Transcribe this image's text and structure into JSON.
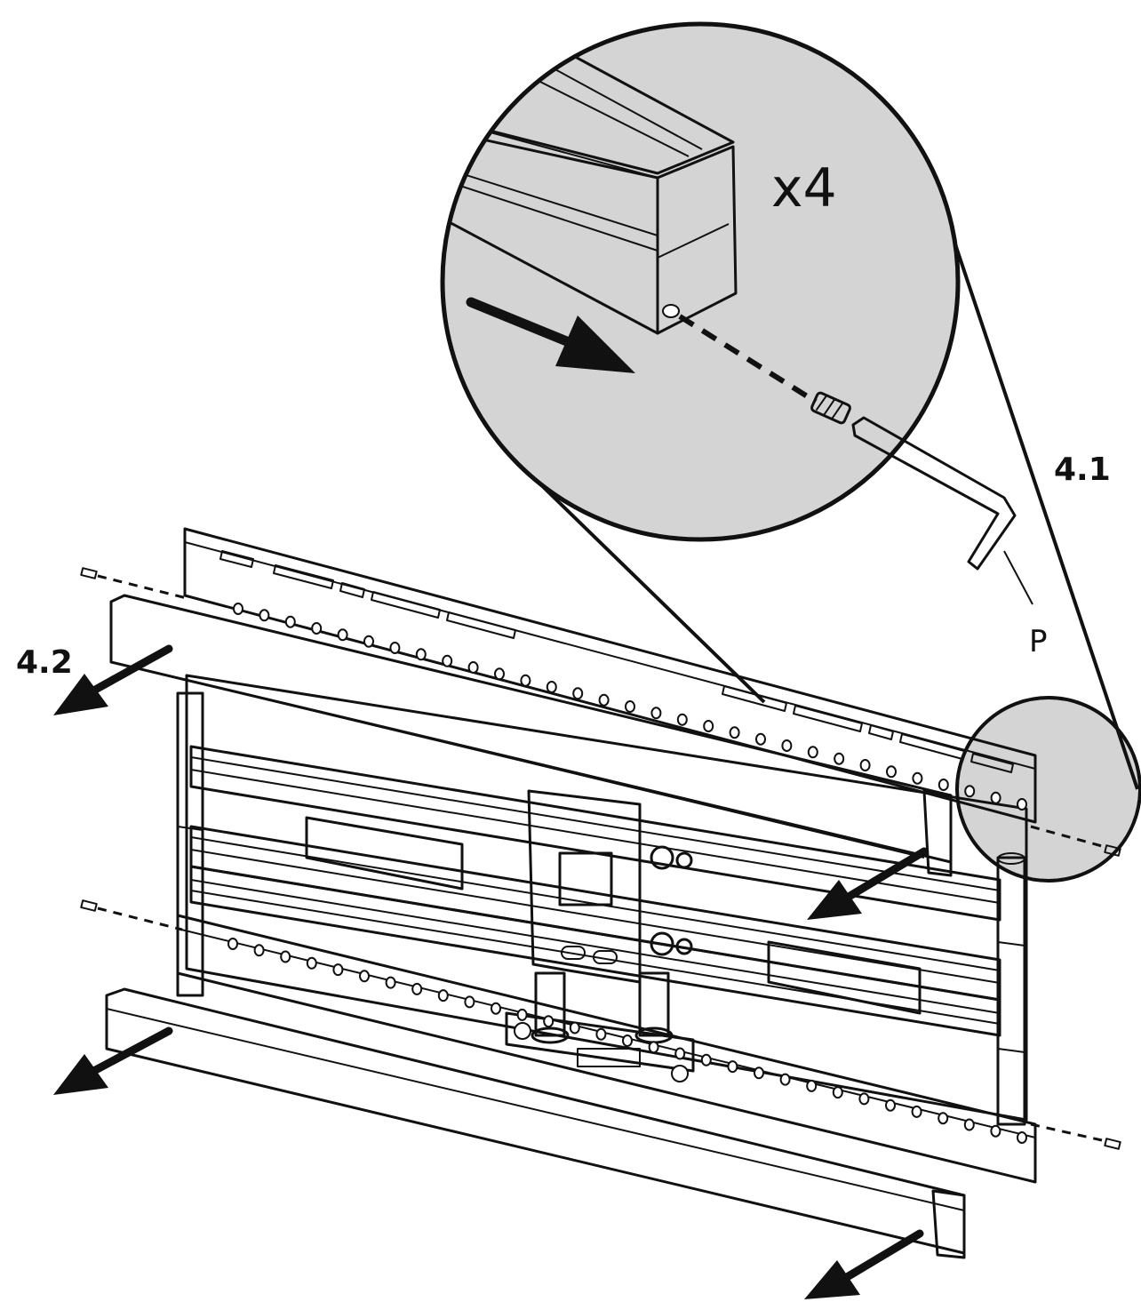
{
  "labels": {
    "quantity": "x4",
    "step_4_1": "4.1",
    "step_4_2": "4.2",
    "part_p": "P"
  },
  "colors": {
    "ink": "#111111",
    "cover_gray": "#d3d3d3",
    "zoom_gray": "#d4d4d4",
    "paper": "#ffffff"
  },
  "icons": [
    "zoom-callout-circle",
    "removal-arrow-icon",
    "hex-key-icon",
    "screw-icon"
  ]
}
